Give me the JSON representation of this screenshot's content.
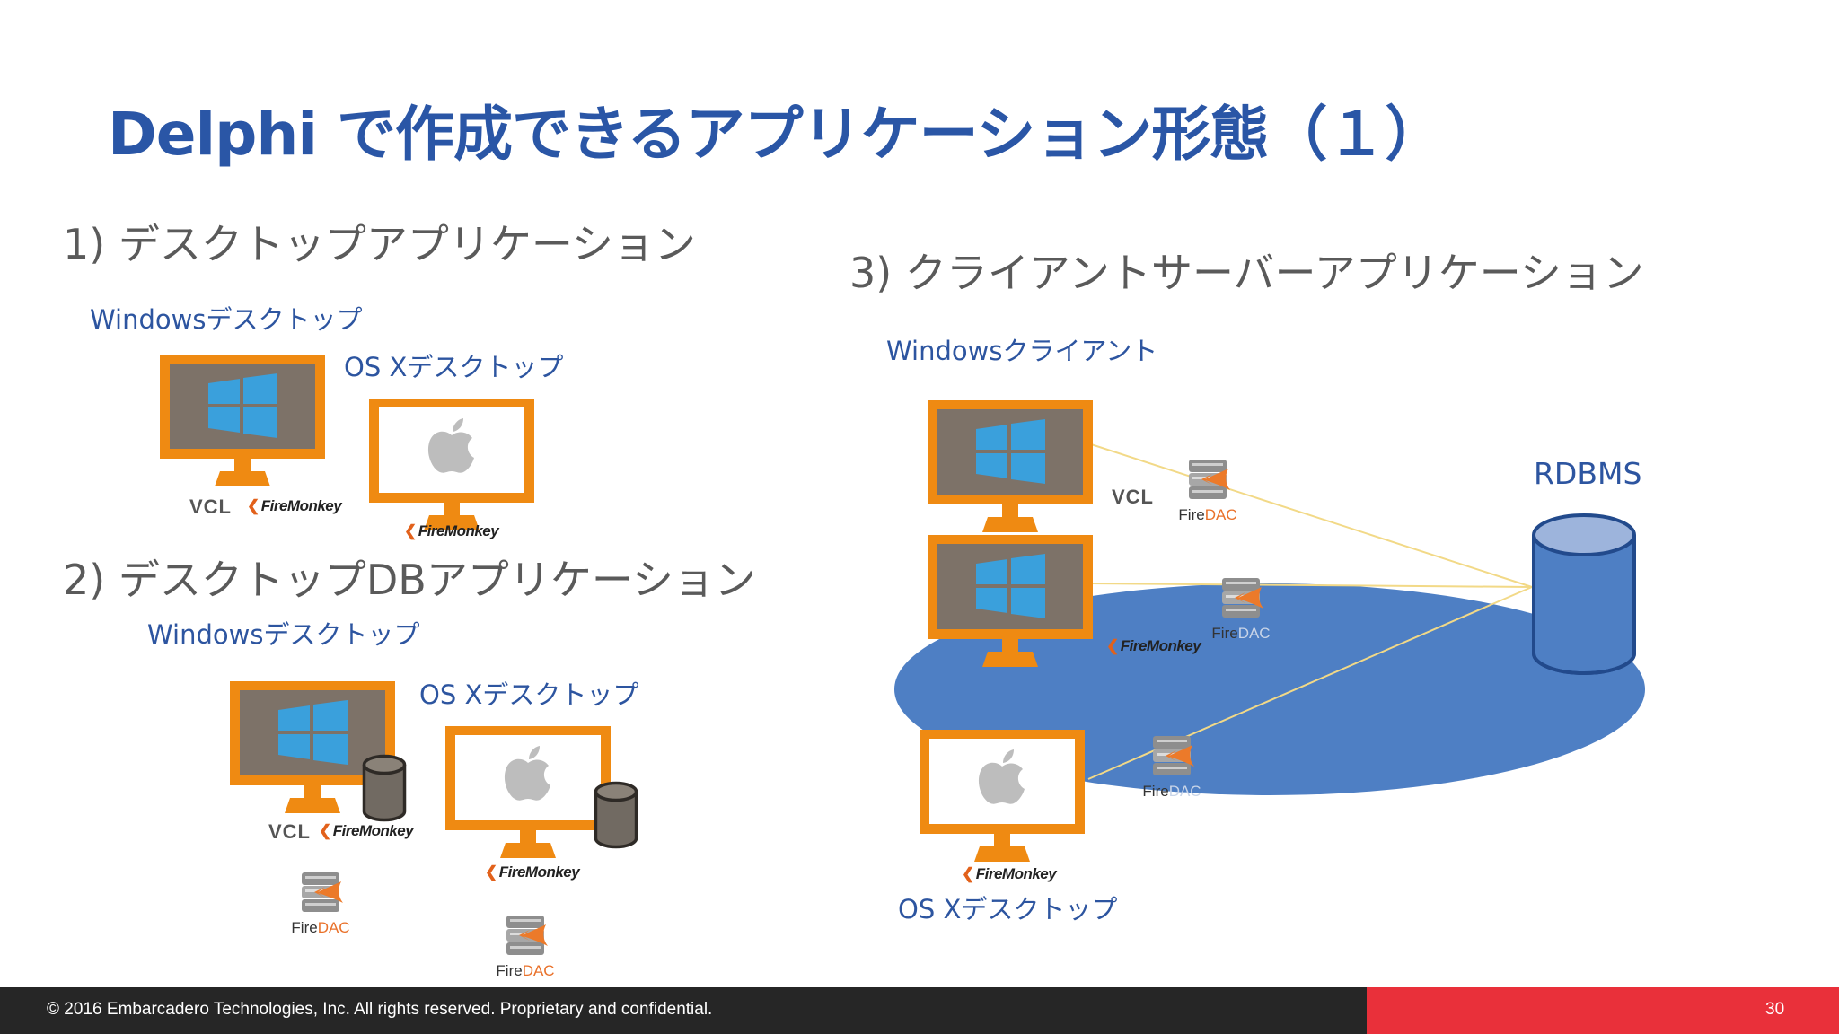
{
  "slide": {
    "title": "Delphi で作成できるアプリケーション形態（１）",
    "page_number": "30"
  },
  "section1": {
    "heading": "1) デスクトップアプリケーション",
    "windows_label": "Windowsデスクトップ",
    "osx_label": "OS Xデスクトップ",
    "vcl": "VCL",
    "firemonkey": "FireMonkey"
  },
  "section2": {
    "heading": "2) デスクトップDBアプリケーション",
    "windows_label": "Windowsデスクトップ",
    "osx_label": "OS Xデスクトップ",
    "vcl": "VCL",
    "firemonkey": "FireMonkey",
    "firedac_fire": "Fire",
    "firedac_dac": "DAC"
  },
  "section3": {
    "heading": "3) クライアントサーバーアプリケーション",
    "windows_label": "Windowsクライアント",
    "osx_label": "OS Xデスクトップ",
    "rdbms_label": "RDBMS",
    "vcl": "VCL",
    "firemonkey": "FireMonkey",
    "firedac_fire": "Fire",
    "firedac_dac": "DAC"
  },
  "footer": {
    "copyright": "© 2016 Embarcadero Technologies, Inc. All rights reserved. Proprietary and confidential."
  },
  "colors": {
    "title_blue": "#2a56a6",
    "label_blue": "#2d55a0",
    "monitor_orange": "#ef8a12",
    "network_blue": "#4e7fc4",
    "footer_dark": "#262626",
    "footer_red": "#e9303a"
  },
  "icons": [
    "windows-logo-icon",
    "apple-logo-icon",
    "database-cylinder-icon",
    "firedac-icon",
    "firemonkey-logo"
  ]
}
